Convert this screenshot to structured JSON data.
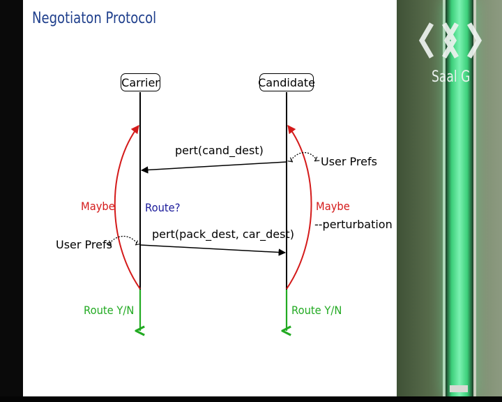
{
  "slide": {
    "title": "Negotiaton Protocol",
    "title_color": "#1f3f8c"
  },
  "lanes": {
    "carrier": "Carrier",
    "candidate": "Candidate"
  },
  "messages": {
    "msg1": "pert(cand_dest)",
    "msg2": "pert(pack_dest, car_dest)"
  },
  "annotations": {
    "user_prefs_right": "User Prefs",
    "user_prefs_left": "User Prefs",
    "route_question": "Route?",
    "maybe_left": "Maybe",
    "maybe_right": "Maybe",
    "perturbation": "--perturbation",
    "route_yn_left": "Route Y/N",
    "route_yn_right": "Route Y/N"
  },
  "colors": {
    "maybe": "#d41a1a",
    "route_question": "#1a1a9a",
    "route_yn": "#22aa22",
    "text": "#000000"
  },
  "side_panel": {
    "logo_icon": "saal-g-logo-icon",
    "logo_text": "Saal G"
  }
}
